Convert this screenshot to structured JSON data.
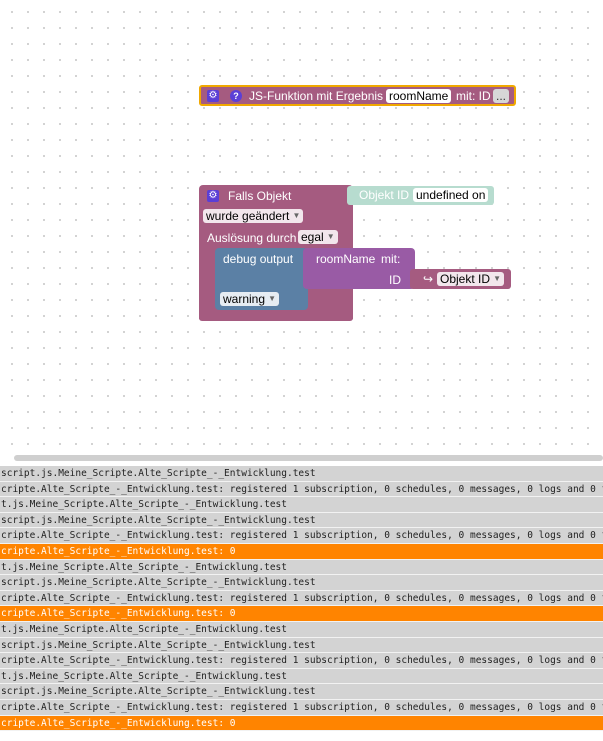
{
  "colors": {
    "procedure_block": "#a55b80",
    "procedure_border": "#f0a800",
    "trigger_block": "#a55b80",
    "debug_block": "#5b80a5",
    "call_block": "#995ba5",
    "log_info_bg": "#d3d3d3",
    "log_error_bg": "#ff8400"
  },
  "blocks": {
    "function_def": {
      "title": "JS-Funktion mit Ergebnis",
      "name_field": "roomName",
      "param_label": "mit: ID",
      "more_button": "...",
      "gear_icon": "gear-icon",
      "help_icon": "question-icon"
    },
    "trigger": {
      "title": "Falls Objekt",
      "object_id_label": "Objekt ID",
      "object_id_value": "undefined on",
      "changed_option": "wurde geändert",
      "trigger_label": "Auslösung durch",
      "trigger_option": "egal",
      "gear_icon": "gear-icon"
    },
    "debug": {
      "title": "debug output",
      "level_option": "warning"
    },
    "call": {
      "name": "roomName",
      "with_label": "mit:",
      "param_label": "ID",
      "value_option": "Objekt ID",
      "value_icon": "arrow-return-icon"
    }
  },
  "log": [
    {
      "type": "info",
      "text": "script.js.Meine_Scripte.Alte_Scripte_-_Entwicklung.test"
    },
    {
      "type": "info",
      "text": "cripte.Alte_Scripte_-_Entwicklung.test: registered 1 subscription, 0 schedules, 0 messages, 0 logs and 0 f"
    },
    {
      "type": "info",
      "text": "t.js.Meine_Scripte.Alte_Scripte_-_Entwicklung.test"
    },
    {
      "type": "info",
      "text": "script.js.Meine_Scripte.Alte_Scripte_-_Entwicklung.test"
    },
    {
      "type": "info",
      "text": "cripte.Alte_Scripte_-_Entwicklung.test: registered 1 subscription, 0 schedules, 0 messages, 0 logs and 0 f"
    },
    {
      "type": "error",
      "text": "cripte.Alte_Scripte_-_Entwicklung.test: 0"
    },
    {
      "type": "info",
      "text": "t.js.Meine_Scripte.Alte_Scripte_-_Entwicklung.test"
    },
    {
      "type": "info",
      "text": "script.js.Meine_Scripte.Alte_Scripte_-_Entwicklung.test"
    },
    {
      "type": "info",
      "text": "cripte.Alte_Scripte_-_Entwicklung.test: registered 1 subscription, 0 schedules, 0 messages, 0 logs and 0 f"
    },
    {
      "type": "error",
      "text": "cripte.Alte_Scripte_-_Entwicklung.test: 0"
    },
    {
      "type": "info",
      "text": "t.js.Meine_Scripte.Alte_Scripte_-_Entwicklung.test"
    },
    {
      "type": "info",
      "text": "script.js.Meine_Scripte.Alte_Scripte_-_Entwicklung.test"
    },
    {
      "type": "info",
      "text": "cripte.Alte_Scripte_-_Entwicklung.test: registered 1 subscription, 0 schedules, 0 messages, 0 logs and 0 f"
    },
    {
      "type": "info",
      "text": "t.js.Meine_Scripte.Alte_Scripte_-_Entwicklung.test"
    },
    {
      "type": "info",
      "text": "script.js.Meine_Scripte.Alte_Scripte_-_Entwicklung.test"
    },
    {
      "type": "info",
      "text": "cripte.Alte_Scripte_-_Entwicklung.test: registered 1 subscription, 0 schedules, 0 messages, 0 logs and 0 f"
    },
    {
      "type": "error",
      "text": "cripte.Alte_Scripte_-_Entwicklung.test: 0"
    }
  ]
}
